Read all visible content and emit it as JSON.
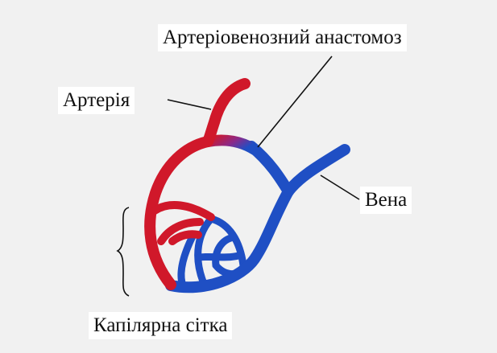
{
  "labels": {
    "anastomosis": "Артеріовенозний анастомоз",
    "artery": "Артерія",
    "vein": "Вена",
    "capillary_network": "Капілярна сітка"
  },
  "colors": {
    "artery": "#d0182a",
    "vein": "#1f4fc4",
    "background": "#f1f1f1"
  }
}
